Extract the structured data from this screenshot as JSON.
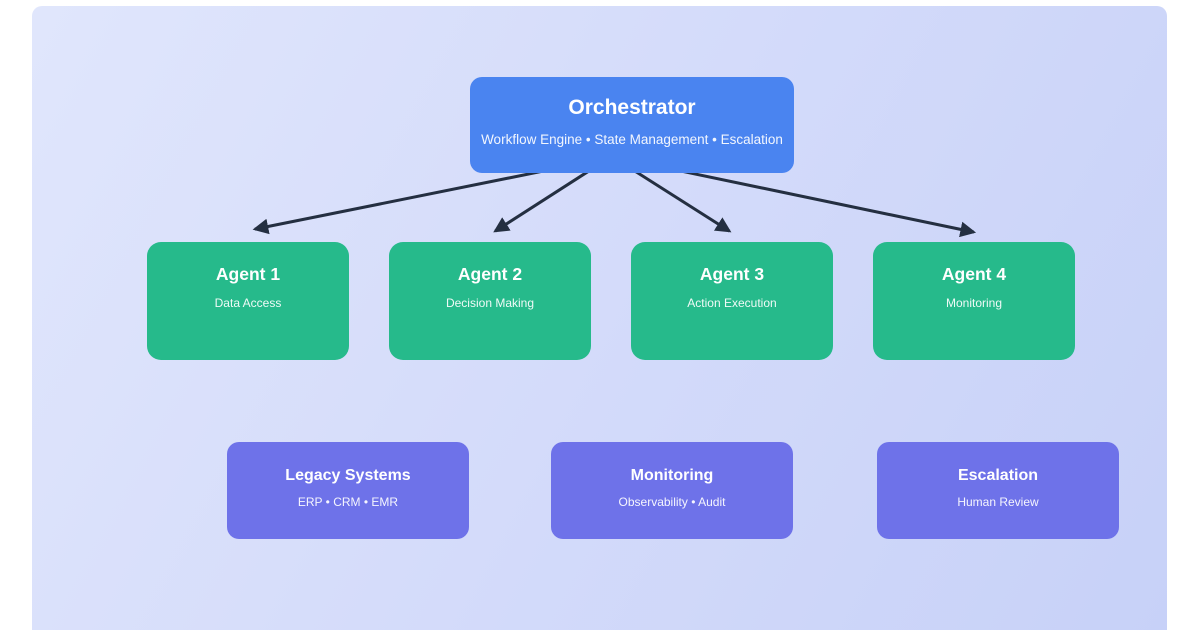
{
  "diagram": {
    "orchestrator": {
      "title": "Orchestrator",
      "subtitle": "Workflow Engine • State Management • Escalation",
      "color": "#4a84f0"
    },
    "agents": [
      {
        "title": "Agent 1",
        "subtitle": "Data Access"
      },
      {
        "title": "Agent 2",
        "subtitle": "Decision Making"
      },
      {
        "title": "Agent 3",
        "subtitle": "Action Execution"
      },
      {
        "title": "Agent 4",
        "subtitle": "Monitoring"
      }
    ],
    "agent_color": "#26ba8b",
    "systems": [
      {
        "title": "Legacy Systems",
        "subtitle": "ERP • CRM • EMR"
      },
      {
        "title": "Monitoring",
        "subtitle": "Observability • Audit"
      },
      {
        "title": "Escalation",
        "subtitle": "Human Review"
      }
    ],
    "system_color": "#6e72e9",
    "arrow_color": "#242f41",
    "background_gradient": [
      "#e0e6fc",
      "#c7d1f8"
    ],
    "frame_color": "#ffffff"
  }
}
